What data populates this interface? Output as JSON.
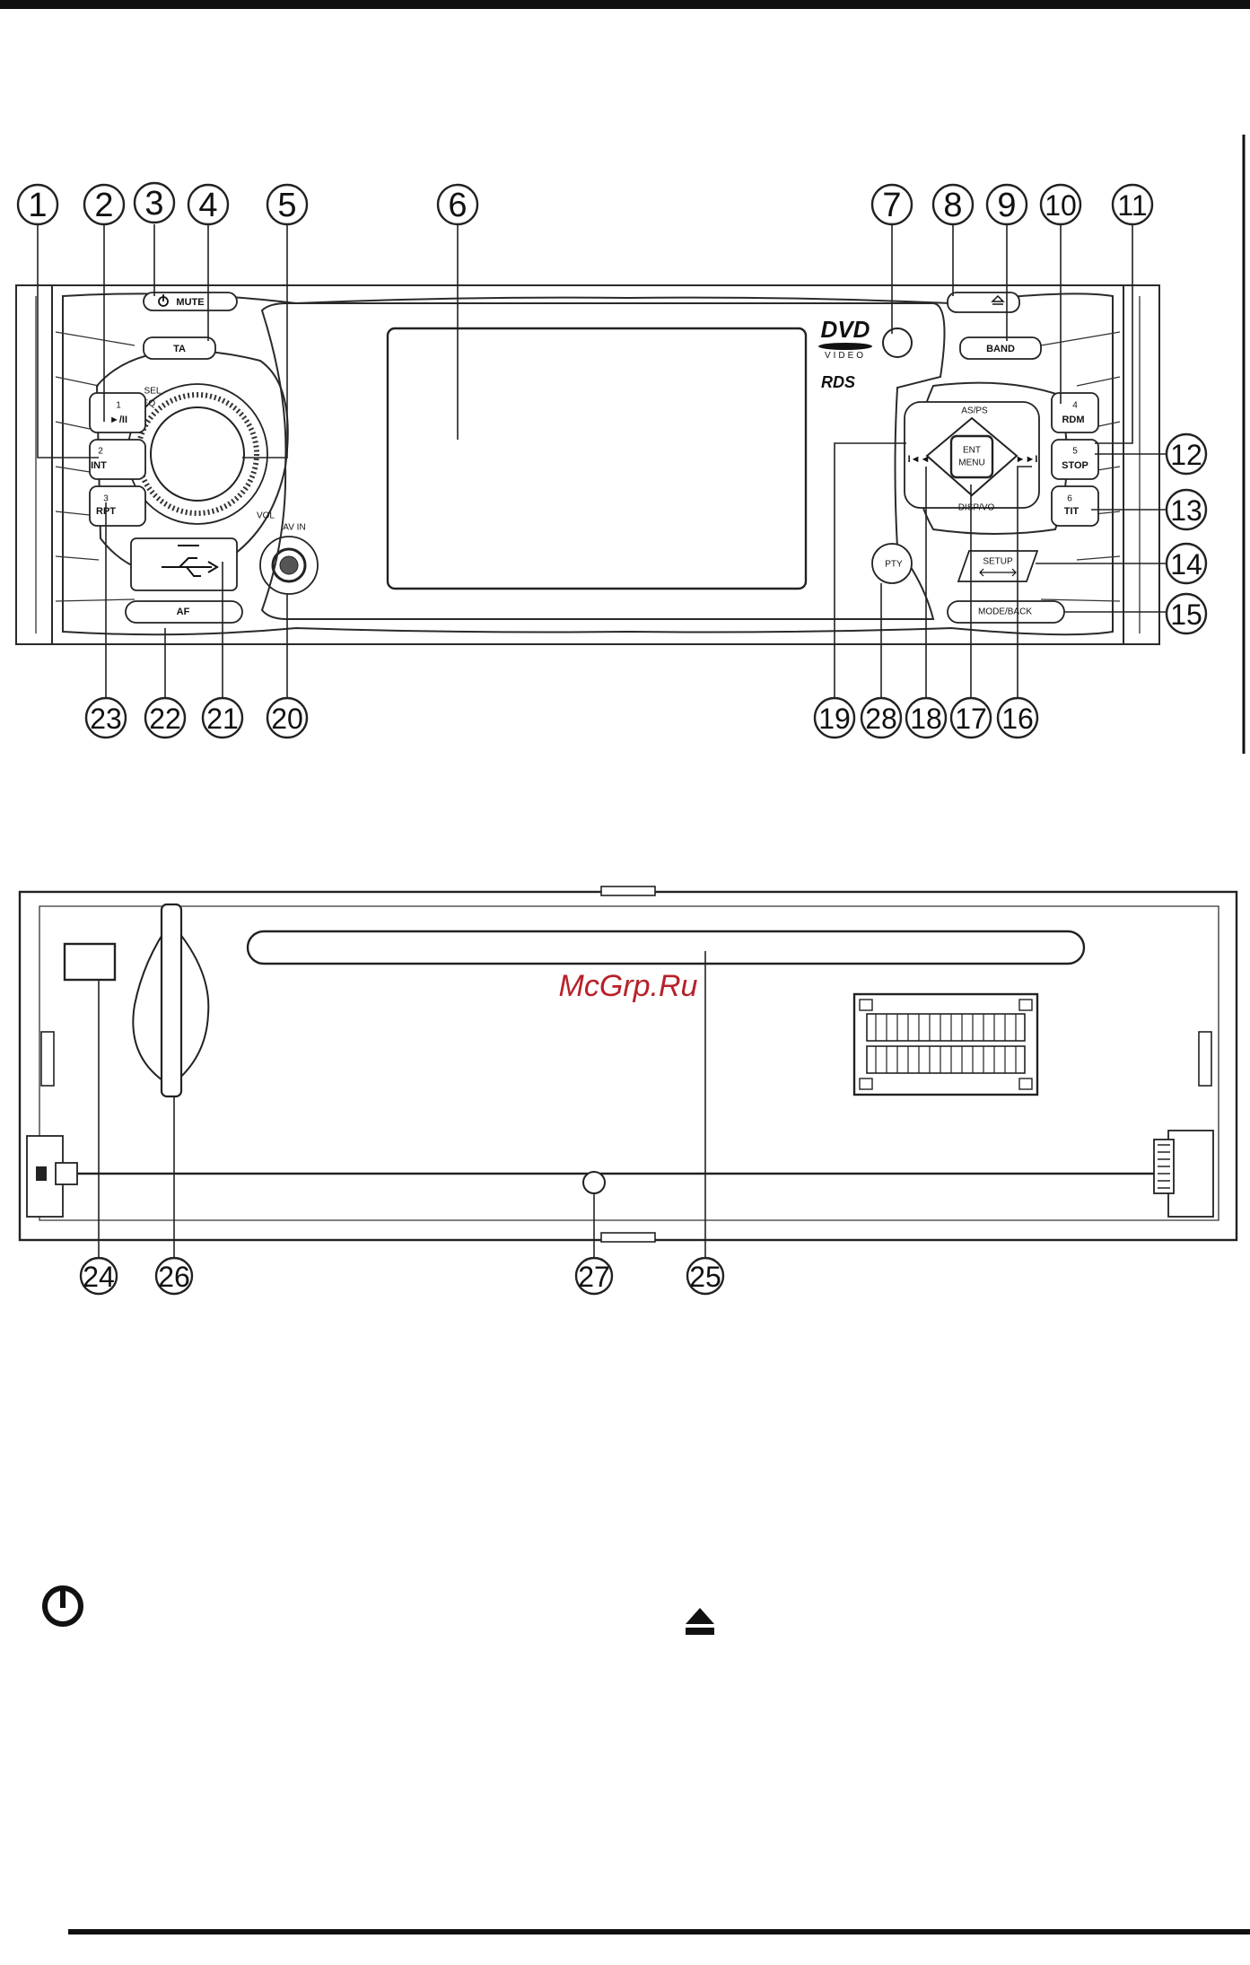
{
  "front_panel": {
    "button_labels": {
      "mute": "MUTE",
      "ta": "TA",
      "sel_eq": [
        "SEL",
        "EQ"
      ],
      "play_pause": [
        "1",
        "►/II"
      ],
      "int": [
        "2",
        "INT"
      ],
      "rpt": [
        "3",
        "RPT"
      ],
      "vol": "VOL",
      "av_in": "AV IN",
      "af": "AF",
      "band": "BAND",
      "rdm": [
        "4",
        "RDM"
      ],
      "stop": [
        "5",
        "STOP"
      ],
      "tit": [
        "6",
        "TIT"
      ],
      "as_ps": "AS/PS",
      "disp_vo": "DISP/VO",
      "ent_menu": [
        "ENT",
        "MENU"
      ],
      "prev": "I◄◄",
      "next": "►►I",
      "setup": "SETUP",
      "mode_back": "MODE/BACK",
      "pty": "PTY",
      "dvd_logo": [
        "DVD",
        "VIDEO"
      ],
      "rds_logo": "RDS"
    },
    "callouts": [
      "1",
      "2",
      "3",
      "4",
      "5",
      "6",
      "7",
      "8",
      "9",
      "10",
      "11",
      "12",
      "13",
      "14",
      "15",
      "16",
      "17",
      "18",
      "19",
      "20",
      "21",
      "22",
      "23",
      "28"
    ]
  },
  "rear_panel": {
    "callouts": [
      "24",
      "26",
      "27",
      "25"
    ]
  },
  "watermark": "McGrp.Ru",
  "legend_icons": [
    "power-icon",
    "eject-icon"
  ]
}
